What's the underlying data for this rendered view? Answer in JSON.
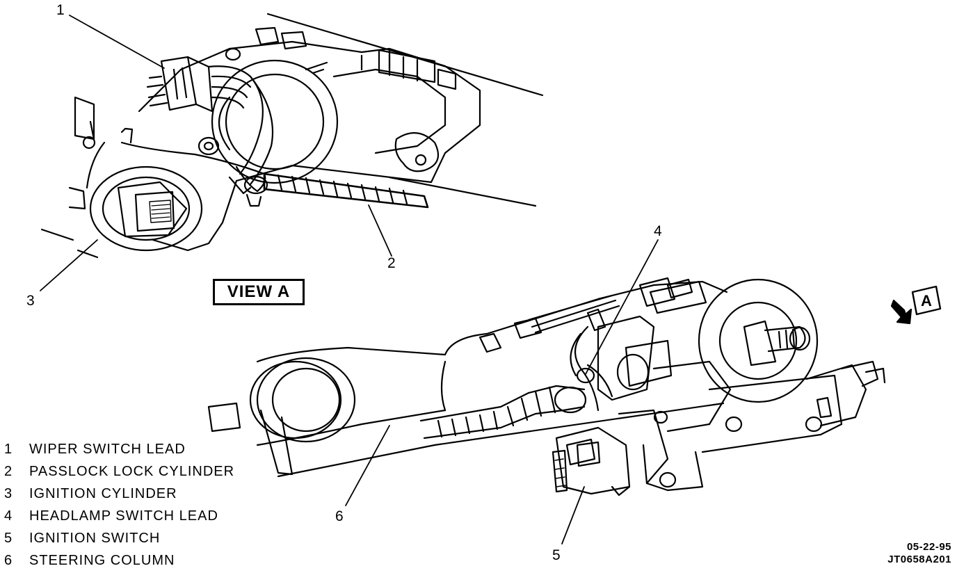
{
  "view_title": "VIEW A",
  "view_arrow_label": "A",
  "callouts": [
    "1",
    "2",
    "3",
    "4",
    "5",
    "6"
  ],
  "legend": [
    {
      "num": "1",
      "text": "WIPER SWITCH LEAD"
    },
    {
      "num": "2",
      "text": "PASSLOCK LOCK CYLINDER"
    },
    {
      "num": "3",
      "text": "IGNITION CYLINDER"
    },
    {
      "num": "4",
      "text": "HEADLAMP SWITCH LEAD"
    },
    {
      "num": "5",
      "text": "IGNITION SWITCH"
    },
    {
      "num": "6",
      "text": "STEERING COLUMN"
    }
  ],
  "date_code": "05-22-95",
  "figure_code": "JT0658A201"
}
